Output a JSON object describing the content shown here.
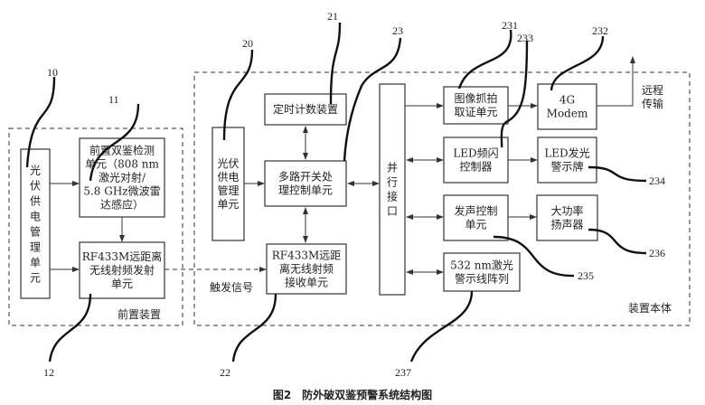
{
  "figure": {
    "caption": "图2　防外破双鉴预警系统结构图",
    "groups": {
      "front": "前置装置",
      "body": "装置本体"
    },
    "signal_label": "触发信号",
    "remote_label": [
      "远程",
      "传输"
    ],
    "blocks": {
      "pv_front": [
        "光",
        "伏",
        "供",
        "电",
        "管",
        "理",
        "单",
        "元"
      ],
      "detect": [
        "前置双鉴检测",
        "单元（808 nm",
        "激光对射/",
        "5.8 GHz微波雷",
        "达感应）"
      ],
      "rf_tx": [
        "RF433M远距离",
        "无线射频发射",
        "单元"
      ],
      "pv_body": [
        "光伏",
        "供电",
        "管理",
        "单元"
      ],
      "timer": [
        "定时计数装置"
      ],
      "switch": [
        "多路开关处",
        "理控制单元"
      ],
      "rf_rx": [
        "RF433M远距",
        "离无线射频",
        "接收单元"
      ],
      "parallel": [
        "并",
        "行",
        "接",
        "口"
      ],
      "camera": [
        "图像抓拍",
        "取证单元"
      ],
      "modem": [
        "4G",
        "Modem"
      ],
      "led_ctrl": [
        "LED频闪",
        "控制器"
      ],
      "led_sign": [
        "LED发光",
        "警示牌"
      ],
      "sound_ctrl": [
        "发声控制",
        "单元"
      ],
      "speaker": [
        "大功率",
        "扬声器"
      ],
      "laser": [
        "532 nm激光",
        "警示线阵列"
      ]
    },
    "refs": [
      "10",
      "11",
      "12",
      "20",
      "21",
      "22",
      "23",
      "231",
      "233",
      "232",
      "234",
      "235",
      "236",
      "237"
    ]
  }
}
